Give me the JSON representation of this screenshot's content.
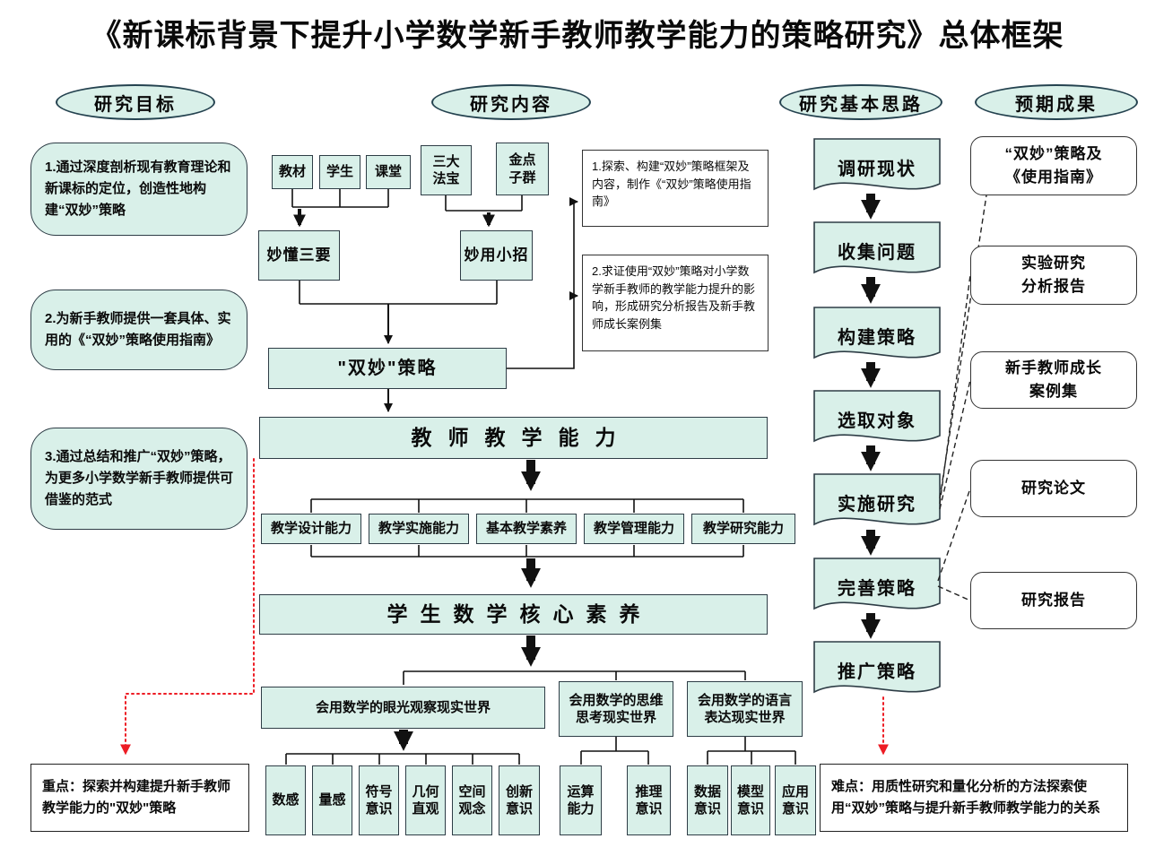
{
  "title": "《新课标背景下提升小学数学新手教师教学能力的策略研究》总体框架",
  "headers": {
    "goals": "研究目标",
    "content": "研究内容",
    "approach": "研究基本思路",
    "outcomes": "预期成果"
  },
  "goals": {
    "items": [
      "1.通过深度剖析现有教育理论和新课标的定位，创造性地构建“双妙”策略",
      "2.为新手教师提供一套具体、实用的《“双妙”策略使用指南》",
      "3.通过总结和推广“双妙”策略，为更多小学数学新手教师提供可借鉴的范式"
    ],
    "key_point": "重点：探索并构建提升新手教师教学能力的\"双妙\"策略"
  },
  "content": {
    "elements": [
      "教材",
      "学生",
      "课堂"
    ],
    "three_treasures": "三大\n法宝",
    "golden_ideas": "金点\n子群",
    "miao_dong": "妙懂三要",
    "miao_yong": "妙用小招",
    "notes": [
      "1.探索、构建“双妙”策略框架及内容，制作《“双妙”策略使用指南》",
      "2.求证使用“双妙”策略对小学数学新手教师的教学能力提升的影响，形成研究分析报告及新手教师成长案例集"
    ],
    "strategy": "\"双妙\"策略",
    "teacher_ability": "教师教学能力",
    "abilities": [
      "教学设计能力",
      "教学实施能力",
      "基本教学素养",
      "教学管理能力",
      "教学研究能力"
    ],
    "student_literacy": "学生数学核心素养",
    "literacies": [
      "会用数学的眼光观察现实世界",
      "会用数学的思维\n思考现实世界",
      "会用数学的语言\n表达现实世界"
    ],
    "eye_items": [
      "数感",
      "量感",
      "符号\n意识",
      "几何\n直观",
      "空间\n观念",
      "创新\n意识"
    ],
    "mind_items": [
      "运算\n能力",
      "推理\n意识"
    ],
    "lang_items": [
      "数据\n意识",
      "模型\n意识",
      "应用\n意识"
    ]
  },
  "approach": {
    "steps": [
      "调研现状",
      "收集问题",
      "构建策略",
      "选取对象",
      "实施研究",
      "完善策略",
      "推广策略"
    ],
    "difficulty": "难点：用质性研究和量化分析的方法探索使用“双妙”策略与提升新手教师教学能力的关系"
  },
  "outcomes": {
    "items": [
      "“双妙”策略及\n《使用指南》",
      "实验研究\n分析报告",
      "新手教师成长\n案例集",
      "研究论文",
      "研究报告"
    ]
  },
  "colors": {
    "node_fill": "#d9f0e9",
    "node_border": "#2e3d46",
    "highlight_red": "#ed1c24"
  }
}
